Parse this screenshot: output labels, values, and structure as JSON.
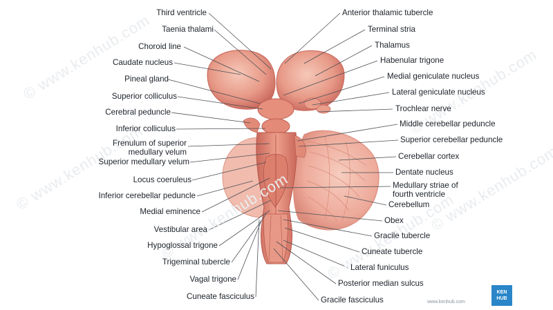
{
  "watermark": "© www.kenhub.com",
  "logo": {
    "line1": "KEN",
    "line2": "HUB"
  },
  "credit": "www.kenhub.com",
  "colors": {
    "tissue": "#e8a090",
    "tissue_dark": "#c9685a",
    "tissue_light": "#f4c6b6",
    "cerebellum": "#efb2a3",
    "line": "#4a4f55",
    "logo": "#2a86c8"
  },
  "labels_left": [
    "Third ventricle",
    "Taenia thalami",
    "Choroid line",
    "Caudate nucleus",
    "Pineal gland",
    "Superior colliculus",
    "Cerebral peduncle",
    "Inferior colliculus",
    "Frenulum of superior medullary velum",
    "Superior medullary velum",
    "Locus coeruleus",
    "Inferior cerebellar peduncle",
    "Medial eminence",
    "Vestibular area",
    "Hypoglossal trigone",
    "Trigeminal tubercle",
    "Vagal trigone",
    "Cuneate fasciculus"
  ],
  "labels_right": [
    "Anterior thalamic tubercle",
    "Terminal stria",
    "Thalamus",
    "Habenular trigone",
    "Medial geniculate nucleus",
    "Lateral geniculate nucleus",
    "Trochlear nerve",
    "Middle cerebellar peduncle",
    "Superior cerebellar peduncle",
    "Cerebellar cortex",
    "Dentate nucleus",
    "Medullary striae of fourth ventricle",
    "Cerebellum",
    "Obex",
    "Gracile tubercle",
    "Cuneate tubercle",
    "Lateral funiculus",
    "Posterior median sulcus",
    "Gracile fasciculus"
  ]
}
